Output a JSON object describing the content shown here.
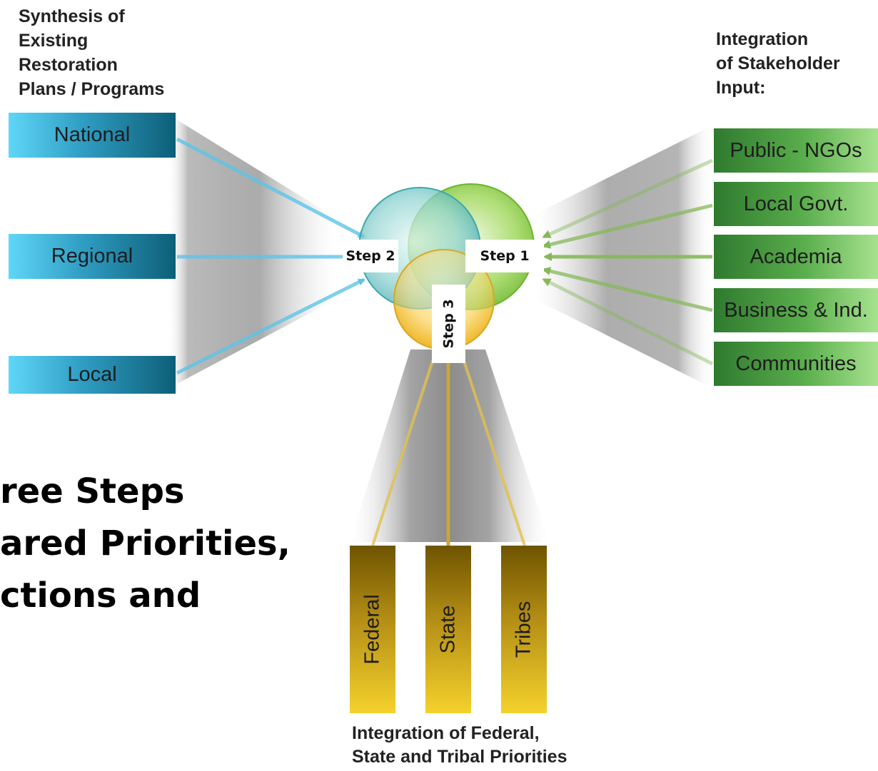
{
  "headings": {
    "left": [
      "Synthesis of",
      "Existing",
      "Restoration",
      "Plans / Programs"
    ],
    "right": [
      "Integration",
      "of Stakeholder",
      "Input:"
    ],
    "bottom": [
      "Integration of Federal,",
      "State and Tribal Priorities"
    ]
  },
  "left_boxes": [
    "National",
    "Regional",
    "Local"
  ],
  "right_boxes": [
    "Public - NGOs",
    "Local Govt.",
    "Academia",
    "Business & Ind.",
    "Communities"
  ],
  "bottom_boxes": [
    "Federal",
    "State",
    "Tribes"
  ],
  "steps": {
    "step1": "Step 1",
    "step2": "Step 2",
    "step3": "Step 3"
  },
  "big_text": [
    "ree Steps",
    "ared Priorities,",
    "ctions and"
  ],
  "colors": {
    "blue_box": "#2f9cc2",
    "green_box": "#5aae4c",
    "gold_box": "#b58f16",
    "circle_teal": "#69c5c9",
    "circle_green": "#8ccf3c",
    "circle_yellow": "#f6c945",
    "arrow_blue": "#5bc4e8",
    "arrow_green": "#86b85a",
    "arrow_gold": "#c9a53a"
  }
}
